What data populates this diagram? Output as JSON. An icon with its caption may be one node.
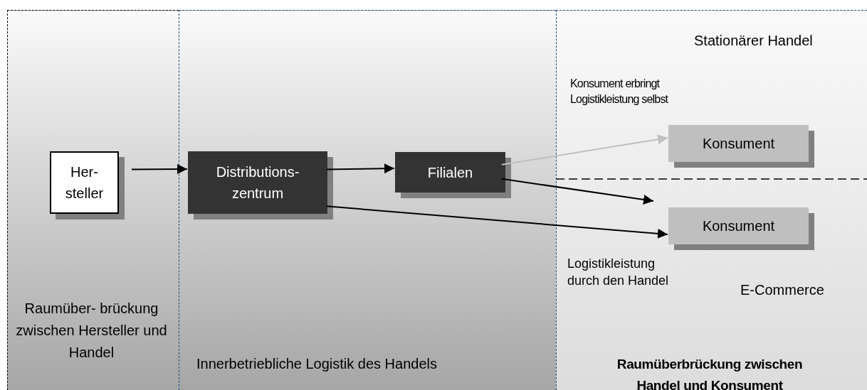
{
  "diagram": {
    "nodes": [
      {
        "text": [
          "Raumüber- brückung zwischen Hersteller und Handel"
        ]
      },
      {
        "text": [
          "Her- steller"
        ],
        "in": 0
      },
      {
        "text": [
          "Innerbetriebliche Logistik des Handels"
        ]
      },
      {
        "text": [
          "Distributions- zentrum"
        ],
        "in": 2
      },
      {
        "text": [
          "Filialen"
        ],
        "in": 2
      },
      {
        "text": [
          "Raumüberbrückung zwischen Handel und Konsument"
        ]
      },
      {
        "text": [
          "Konsument"
        ],
        "in": 5
      },
      {
        "text": [
          "Konsument"
        ],
        "in": 5
      }
    ],
    "edges": [
      {
        "from": 1,
        "to": 3,
        "arrow": "to"
      },
      {
        "from": 3,
        "to": 4,
        "arrow": "to"
      },
      {
        "from": 4,
        "to": 6,
        "arrow": "to",
        "color": "#bfbfbf"
      },
      {
        "from": 4,
        "to": 7,
        "arrow": "to"
      },
      {
        "from": 3,
        "to": 7,
        "arrow": "to"
      }
    ],
    "labels": [
      "Stationärer Handel",
      "Konsument erbringt Logistikleistung selbst",
      "Logistikleistung durch den Handel",
      "E-Commerce"
    ]
  }
}
